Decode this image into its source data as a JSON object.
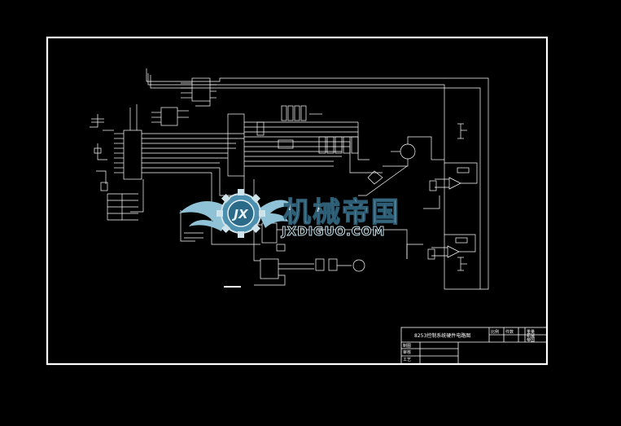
{
  "drawing": {
    "background": "#000000",
    "line_color": "#ffffff",
    "title": "8253控制系统硬件电路图"
  },
  "watermark": {
    "cn": "机械帝国",
    "en": "JXDIGUO.COM",
    "logo_text": "JX",
    "colors": {
      "cn": "#cfe3ea",
      "en": "#c2dde6",
      "logo": "#6aa8c4",
      "wing": "#8fc2d6"
    }
  },
  "title_block": {
    "rows": [
      "制图",
      "审核",
      "工艺"
    ],
    "right_labels": [
      "比例",
      "件数",
      "重量"
    ],
    "right_note": [
      "机械",
      "帝国"
    ]
  }
}
